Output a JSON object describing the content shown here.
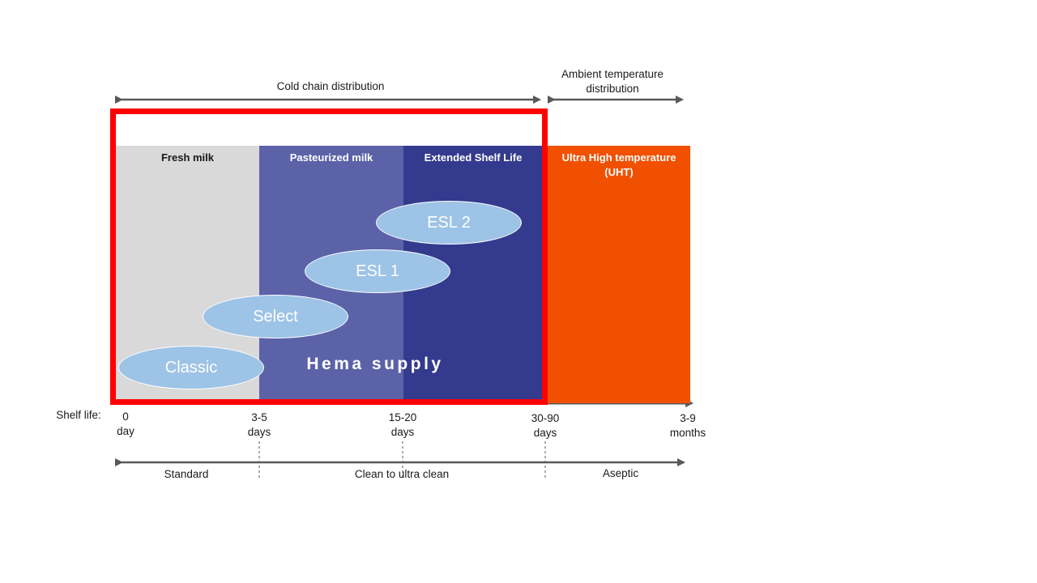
{
  "distribution": {
    "cold_chain": "Cold chain distribution",
    "ambient_line1": "Ambient temperature",
    "ambient_line2": "distribution"
  },
  "columns": {
    "fresh": {
      "label": "Fresh milk",
      "color": "#d9d9d9",
      "text_color": "#1a1a1a"
    },
    "pasteurized": {
      "label": "Pasteurized milk",
      "color": "#5b62a8",
      "text_color": "#ffffff"
    },
    "esl": {
      "label": "Extended Shelf Life",
      "color": "#343a8e",
      "text_color": "#ffffff"
    },
    "uht": {
      "label_line1": "Ultra High temperature",
      "label_line2": "(UHT)",
      "color": "#f05000",
      "text_color": "#ffffff"
    }
  },
  "products": {
    "esl2": "ESL 2",
    "esl1": "ESL 1",
    "select": "Select",
    "classic": "Classic"
  },
  "hema_supply": "Hema supply",
  "shelf_life": {
    "label": "Shelf life:",
    "ticks": [
      {
        "value": "0",
        "unit": "day"
      },
      {
        "value": "3-5",
        "unit": "days"
      },
      {
        "value": "15-20",
        "unit": "days"
      },
      {
        "value": "30-90",
        "unit": "days"
      },
      {
        "value": "3-9",
        "unit": "months"
      }
    ]
  },
  "hygiene": {
    "standard": "Standard",
    "clean": "Clean to ultra clean",
    "aseptic": "Aseptic"
  },
  "highlight_color": "#ff0000"
}
